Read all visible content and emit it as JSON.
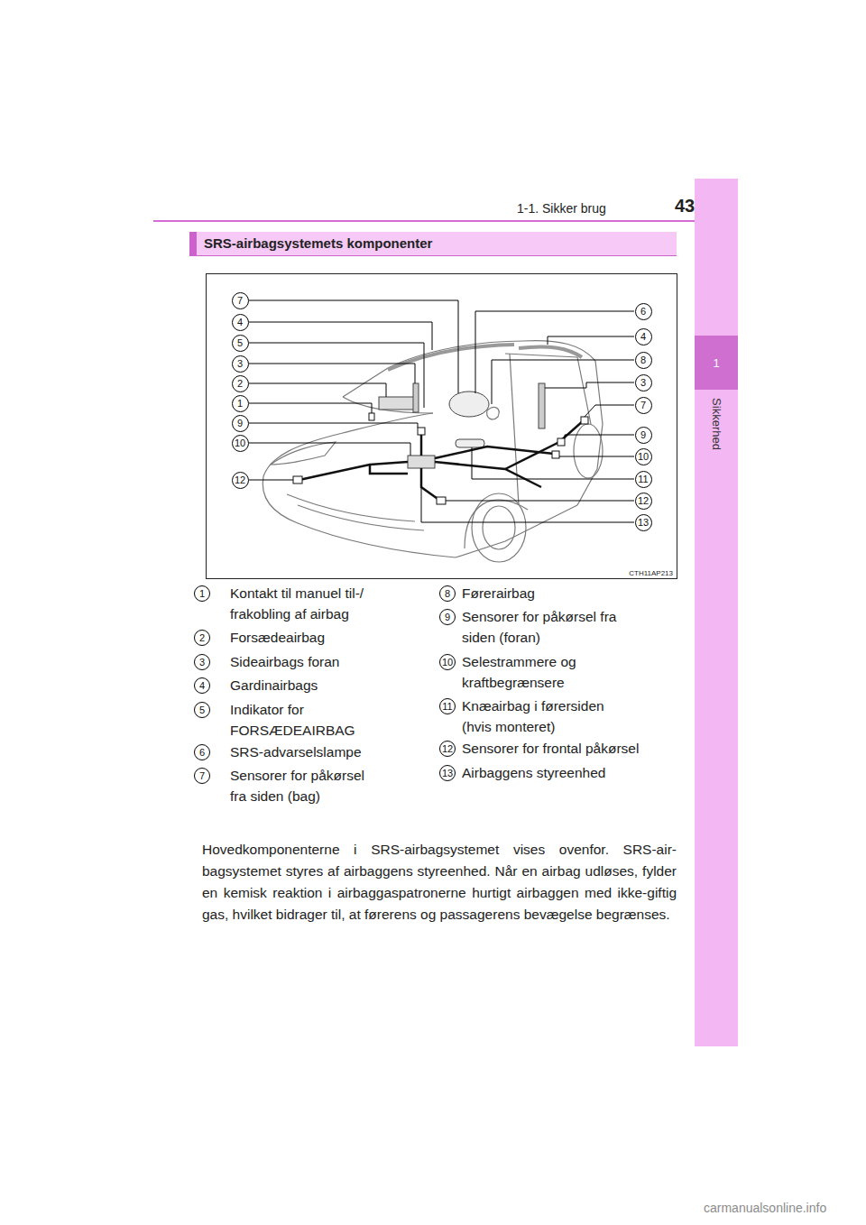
{
  "diagram": {
    "nodes": [
      {
        "text": [
          "Sikkerhed"
        ]
      },
      {
        "text": [
          "1"
        ],
        "in": 0
      },
      {
        "text": [
          "SRS-airbagsystemets komponenter"
        ]
      },
      {
        "text": [
          "CTH11AP213"
        ]
      },
      {
        "text": [
          "7"
        ],
        "in": 3
      },
      {
        "text": [
          "4"
        ],
        "in": 3
      },
      {
        "text": [
          "5"
        ],
        "in": 3
      },
      {
        "text": [
          "3"
        ],
        "in": 3
      },
      {
        "text": [
          "2"
        ],
        "in": 3
      },
      {
        "text": [
          "1"
        ],
        "in": 3
      },
      {
        "text": [
          "9"
        ],
        "in": 3
      },
      {
        "text": [
          "10"
        ],
        "in": 3
      },
      {
        "text": [
          "12"
        ],
        "in": 3
      },
      {
        "text": [
          "6"
        ],
        "in": 3
      },
      {
        "text": [
          "4"
        ],
        "in": 3
      },
      {
        "text": [
          "8"
        ],
        "in": 3
      },
      {
        "text": [
          "3"
        ],
        "in": 3
      },
      {
        "text": [
          "7"
        ],
        "in": 3
      },
      {
        "text": [
          "9"
        ],
        "in": 3
      },
      {
        "text": [
          "10"
        ],
        "in": 3
      },
      {
        "text": [
          "11"
        ],
        "in": 3
      },
      {
        "text": [
          "12"
        ],
        "in": 3
      },
      {
        "text": [
          "13"
        ],
        "in": 3
      },
      {
        "text": [
          "1"
        ]
      },
      {
        "text": [
          "2"
        ]
      },
      {
        "text": [
          "3"
        ]
      },
      {
        "text": [
          "4"
        ]
      },
      {
        "text": [
          "5"
        ]
      },
      {
        "text": [
          "6"
        ]
      },
      {
        "text": [
          "7"
        ]
      },
      {
        "text": [
          "8"
        ]
      },
      {
        "text": [
          "9"
        ]
      },
      {
        "text": [
          "10"
        ]
      },
      {
        "text": [
          "11"
        ]
      },
      {
        "text": [
          "12"
        ]
      },
      {
        "text": [
          "13"
        ]
      }
    ],
    "labels": [
      "43",
      "1-1. Sikker brug",
      "Kontakt til manuel til-/ frakobling af airbag",
      "Forsædeairbag",
      "Sideairbags foran",
      "Gardinairbags",
      "Indikator for FORSÆDEAIRBAG",
      "SRS-advarselslampe",
      "Sensorer for påkørsel fra siden (bag)",
      "Førerairbag",
      "Sensorer for påkørsel fra siden (foran)",
      "Selestrammere og kraftbegrænsere",
      "Knæairbag i førersiden (hvis monteret)",
      "Sensorer for frontal påkørsel",
      "Airbaggens styreenhed",
      "Hovedkomponenterne i SRS-airbagsystemet vises ovenfor. SRS-air- bagsystemet styres af airbaggens styreenhed. Når en airbag udløses, fylder en kemisk reaktion i airbaggaspatronerne hurtigt airbaggen med ikke-giftig gas, hvilket bidrager til, at førerens og passagerens bevægelse begrænses.",
      "carmanualsonline.info"
    ]
  }
}
